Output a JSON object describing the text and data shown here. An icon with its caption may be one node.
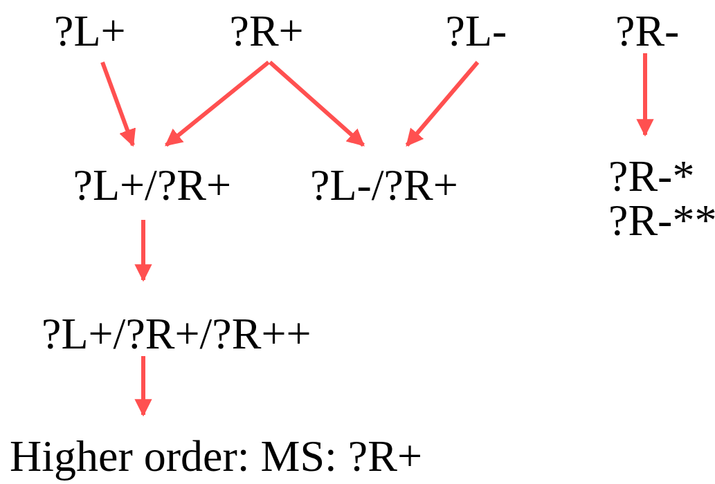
{
  "diagram": {
    "nodes": [
      {
        "text": [
          "?L+"
        ]
      },
      {
        "text": [
          "?R+"
        ]
      },
      {
        "text": [
          "?L-"
        ]
      },
      {
        "text": [
          "?R-"
        ]
      },
      {
        "text": [
          "?L+/?R+"
        ]
      },
      {
        "text": [
          "?L-/?R+"
        ]
      },
      {
        "text": [
          "?R-*",
          "?R-**"
        ]
      },
      {
        "text": [
          "?L+/?R+/?R++"
        ]
      },
      {
        "text": [
          "Higher order: MS: ?R+"
        ]
      }
    ],
    "edges": [
      {
        "from": 0,
        "to": 4,
        "arrow": "to"
      },
      {
        "from": 1,
        "to": 4,
        "arrow": "to"
      },
      {
        "from": 1,
        "to": 5,
        "arrow": "to"
      },
      {
        "from": 2,
        "to": 5,
        "arrow": "to"
      },
      {
        "from": 3,
        "to": 6,
        "arrow": "to"
      },
      {
        "from": 4,
        "to": 7,
        "arrow": "to"
      },
      {
        "from": 7,
        "to": 8,
        "arrow": "to"
      }
    ]
  }
}
